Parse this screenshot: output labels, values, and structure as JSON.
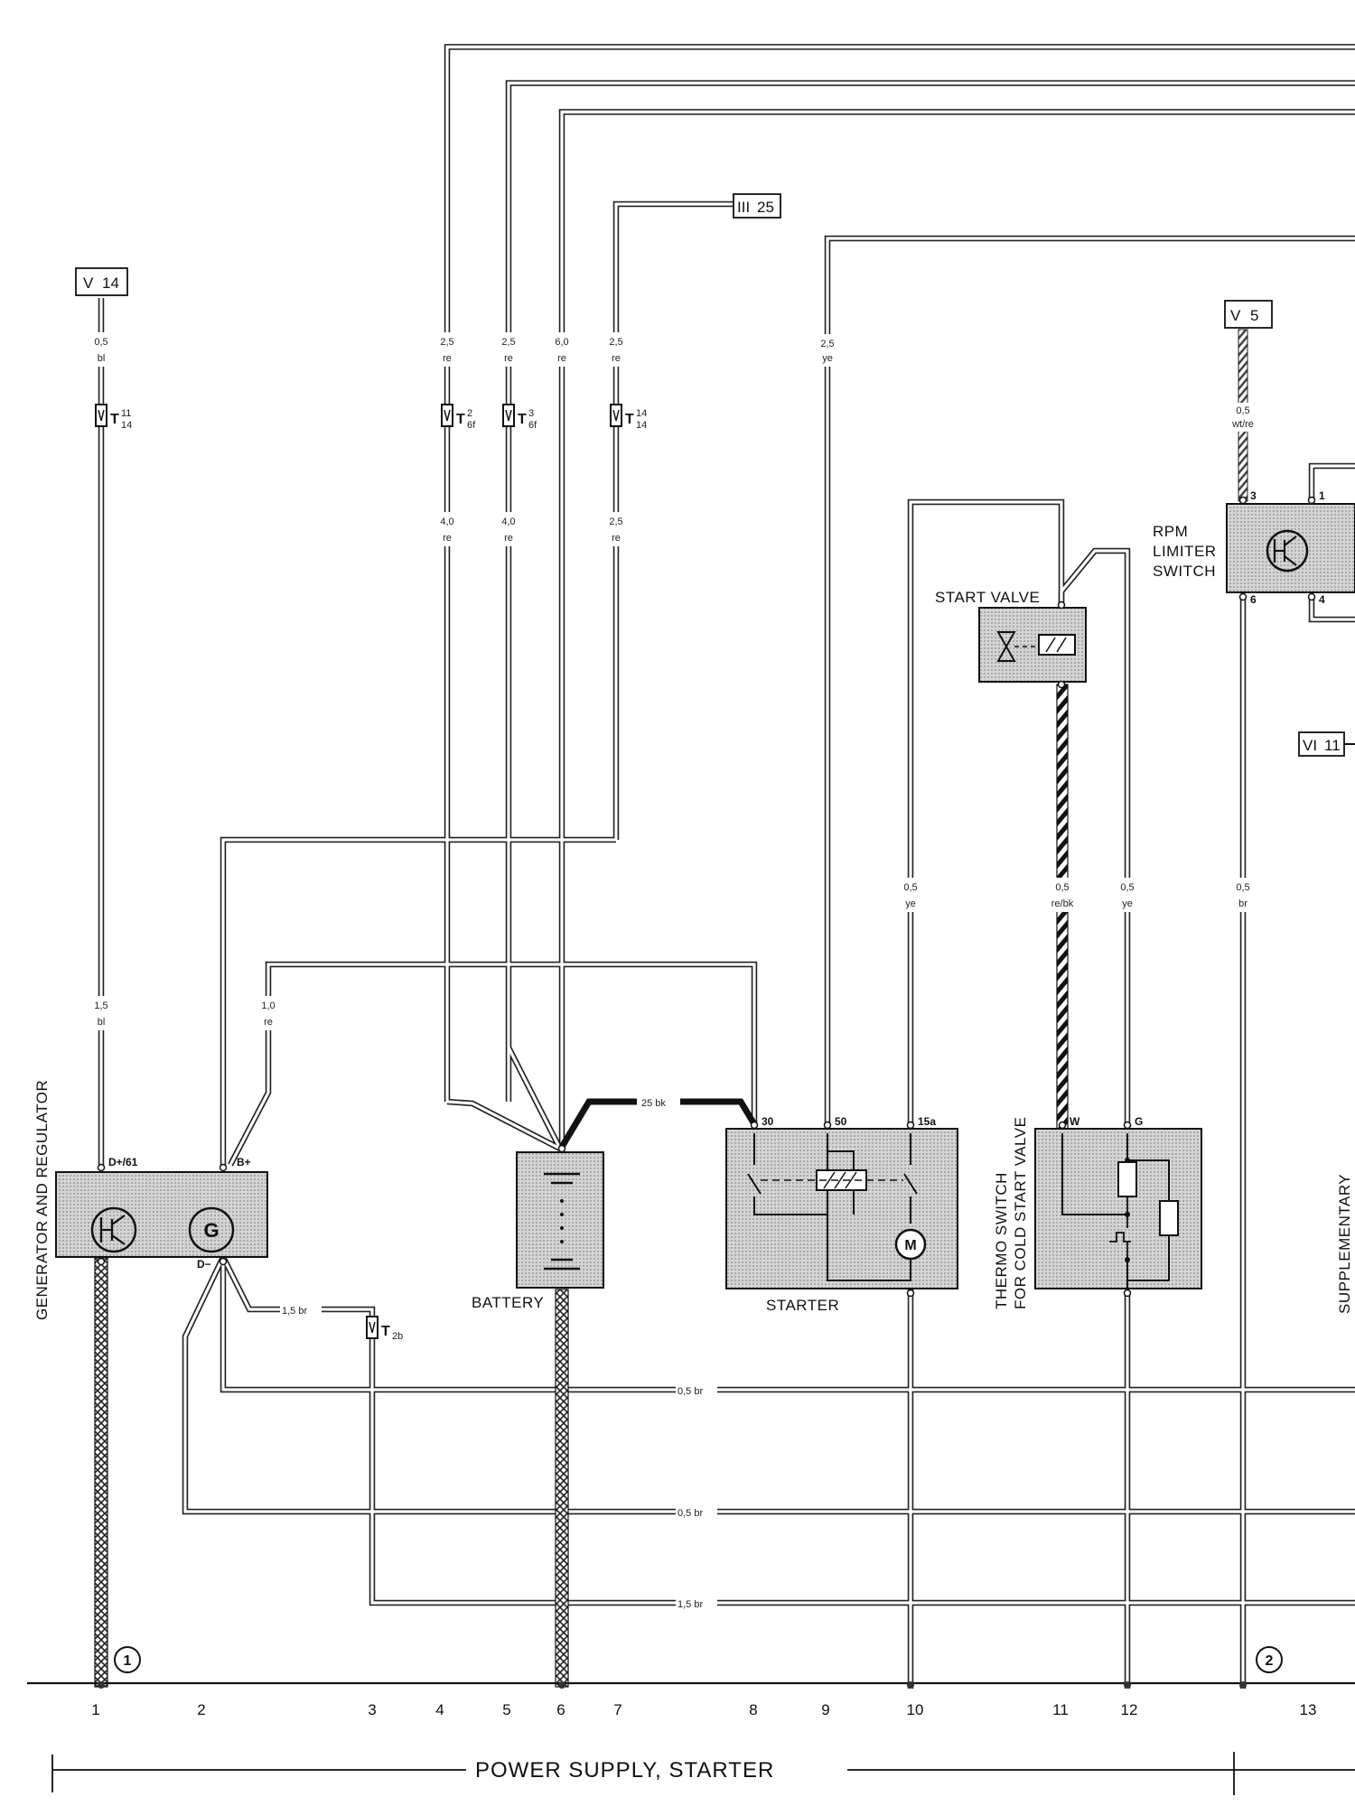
{
  "footer": {
    "section_title": "POWER SUPPLY, STARTER"
  },
  "components": {
    "generator": {
      "label": "GENERATOR AND REGULATOR",
      "pin_d_plus": "D+/61",
      "pin_b_plus": "B+",
      "pin_d_minus": "D−"
    },
    "battery": {
      "label": "BATTERY"
    },
    "starter": {
      "label": "STARTER",
      "pin_30": "30",
      "pin_50": "50",
      "pin_15a": "15a"
    },
    "start_valve": {
      "label": "START VALVE"
    },
    "thermo_switch": {
      "label_line1": "THERMO SWITCH",
      "label_line2": "FOR COLD START VALVE",
      "pin_w": "W",
      "pin_g": "G"
    },
    "rpm_limiter": {
      "label_line1": "RPM",
      "label_line2": "LIMITER",
      "label_line3": "SWITCH",
      "pin_3": "3",
      "pin_1": "1",
      "pin_6": "6",
      "pin_4": "4"
    },
    "supplementary": {
      "label": "SUPPLEMENTARY"
    }
  },
  "page_refs": {
    "v14": {
      "roman": "V",
      "num": "14"
    },
    "iii25": {
      "roman": "III",
      "num": "25"
    },
    "v5": {
      "roman": "V",
      "num": "5"
    },
    "vi11": {
      "roman": "VI",
      "num": "11"
    }
  },
  "connectors": {
    "t14_11": {
      "base": "T",
      "sub": "14",
      "sup": "11"
    },
    "t6f_2": {
      "base": "T",
      "sub": "6f",
      "sup": "2"
    },
    "t6f_3": {
      "base": "T",
      "sub": "6f",
      "sup": "3"
    },
    "t14_14": {
      "base": "T",
      "sub": "14",
      "sup": "14"
    },
    "t2b": {
      "base": "T",
      "sub": "2b"
    }
  },
  "wire_labels": {
    "w1a_size": "0,5",
    "w1a_color": "bl",
    "w1b_size": "1,5",
    "w1b_color": "bl",
    "w2_size": "1,0",
    "w2_color": "re",
    "w4a_size": "2,5",
    "w4a_color": "re",
    "w4b_size": "4,0",
    "w4b_color": "re",
    "w5a_size": "2,5",
    "w5a_color": "re",
    "w5b_size": "4,0",
    "w5b_color": "re",
    "w6_size": "6,0",
    "w6_color": "re",
    "w7a_size": "2,5",
    "w7a_color": "re",
    "w7b_size": "2,5",
    "w7b_color": "re",
    "w9_size": "2,5",
    "w9_color": "ye",
    "w10_size": "0,5",
    "w10_color": "ye",
    "w11_size": "0,5",
    "w11_color": "re/bk",
    "w12_size": "0,5",
    "w12_color": "ye",
    "w13a_size": "0,5",
    "w13a_color": "wt/re",
    "w13b_size": "0,5",
    "w13b_color": "br",
    "w_bat_starter": "25  bk",
    "w_gen_t2b": "1,5  br",
    "h1": "0,5  br",
    "h2": "0,5  br",
    "h3": "1,5  br"
  },
  "circles": {
    "c1": "1",
    "c2": "2"
  },
  "columns": [
    "1",
    "2",
    "3",
    "4",
    "5",
    "6",
    "7",
    "8",
    "9",
    "10",
    "11",
    "12",
    "13"
  ]
}
